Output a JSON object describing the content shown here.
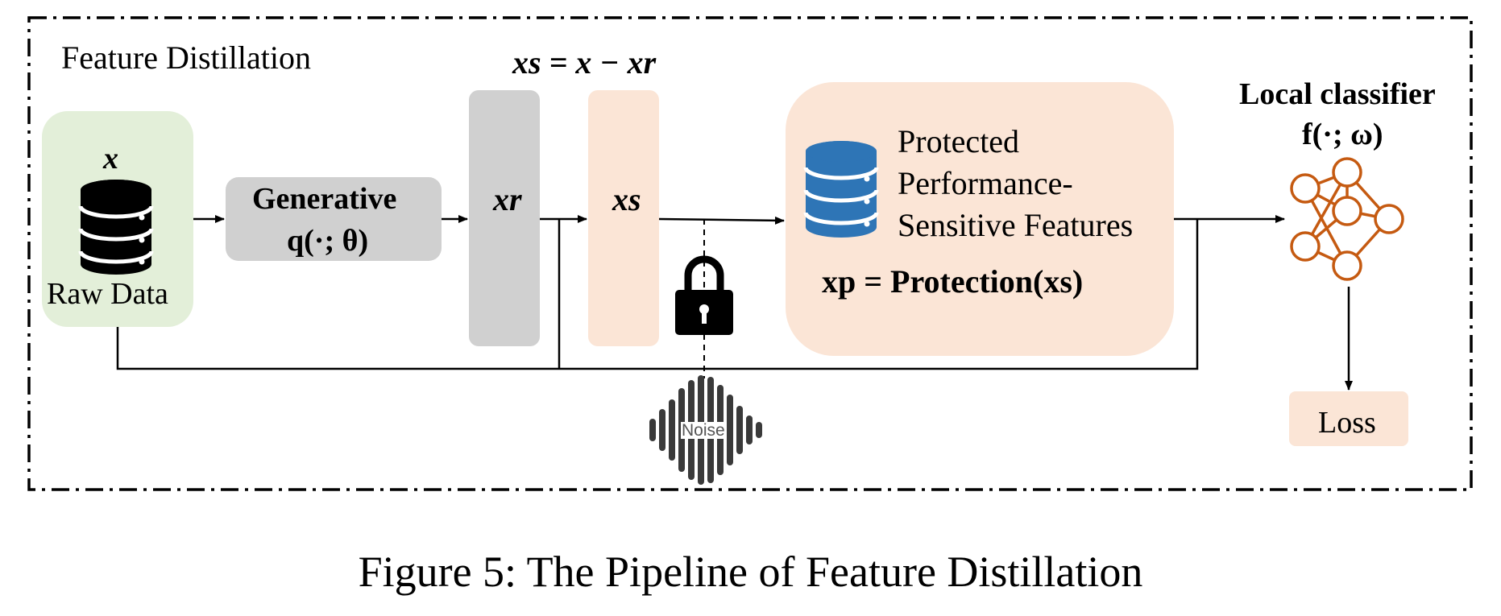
{
  "diagram": {
    "frame_title": "Feature Distillation",
    "formula_top": "xs = x − xr",
    "raw_data": {
      "symbol": "x",
      "label": "Raw Data"
    },
    "generative": {
      "title": "Generative",
      "subtitle": "q(·; θ)"
    },
    "xr_block": {
      "label": "xr"
    },
    "xs_block": {
      "label": "xs"
    },
    "protected": {
      "line1": "Protected",
      "line2": "Performance-",
      "line3": "Sensitive Features",
      "formula": "xp = Protection(xs)"
    },
    "local_classifier": {
      "title": "Local classifier",
      "subtitle": "f(·; ω)"
    },
    "loss": {
      "label": "Loss"
    },
    "noise": {
      "label": "Noise"
    },
    "colors": {
      "green_box": "#e3efd9",
      "gray_box": "#d0d0d0",
      "peach_box": "#fbe5d6",
      "blue_db": "#2e75b6",
      "orange_net": "#c55a11"
    }
  },
  "caption": "Figure 5: The Pipeline of Feature Distillation"
}
